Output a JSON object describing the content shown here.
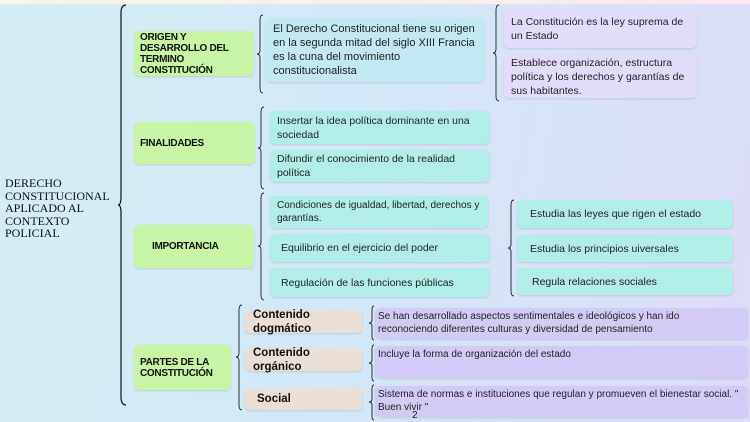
{
  "title": "DERECHO CONSTITUCIONAL APLICADO AL CONTEXTO POLICIAL",
  "sections": [
    {
      "label": "ORIGEN Y DESARROLLO DEL TERMINO CONSTITUCIÓN",
      "items": [
        "El Derecho Constitucional tiene su origen en la segunda mitad del siglo XIII Francia es la cuna del movimiento constitucionalista"
      ],
      "details": [
        "La Constitución es la ley suprema de un Estado",
        "Establece organización,  estructura política y los derechos y garantías de sus habitantes."
      ]
    },
    {
      "label": "FINALIDADES",
      "items": [
        "Insertar la idea política dominante en una sociedad",
        "Difundir el conocimiento de la realidad política"
      ]
    },
    {
      "label": "IMPORTANCIA",
      "items": [
        "Condiciones de igualdad, libertad, derechos y garantías.",
        "Equilibrio en el ejercicio del poder",
        "Regulación de las funciones públicas"
      ],
      "details": [
        "Estudia las leyes que rigen el estado",
        "Estudia los principios uiversales",
        "Regula relaciones sociales"
      ]
    },
    {
      "label": "PARTES DE LA CONSTITUCIÓN",
      "items": [
        "Contenido dogmático",
        "Contenido orgánico",
        "Social"
      ],
      "details": [
        "Se han desarrollado aspectos sentimentales e ideológicos y han ido reconociendo diferentes culturas y diversidad de pensamiento",
        "Incluye la forma de organización  del estado",
        "Sistema de normas e instituciones que regulan y promueven el bienestar social. \" Buen vivir \""
      ]
    }
  ],
  "page_number": "2"
}
